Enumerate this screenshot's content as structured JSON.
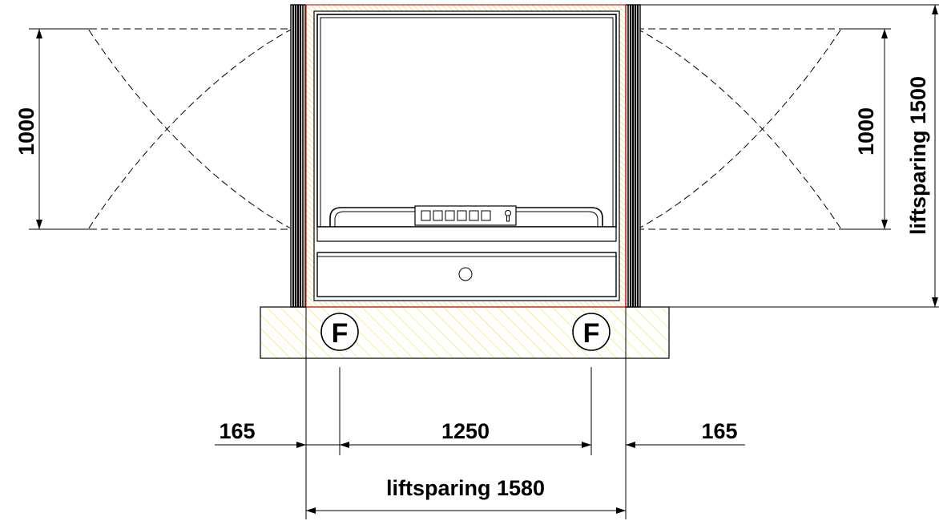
{
  "dimensions": {
    "left_clearance": "165",
    "center_span": "1250",
    "right_clearance": "165",
    "opening_width": "liftsparing 1580",
    "door_left": "1000",
    "door_right": "1000",
    "opening_height": "liftsparing 1500"
  },
  "markers": {
    "foot_left": "F",
    "foot_right": "F"
  },
  "colors": {
    "hatch": "#f2e14a",
    "outline_red": "#e0201a",
    "line": "#000000"
  }
}
